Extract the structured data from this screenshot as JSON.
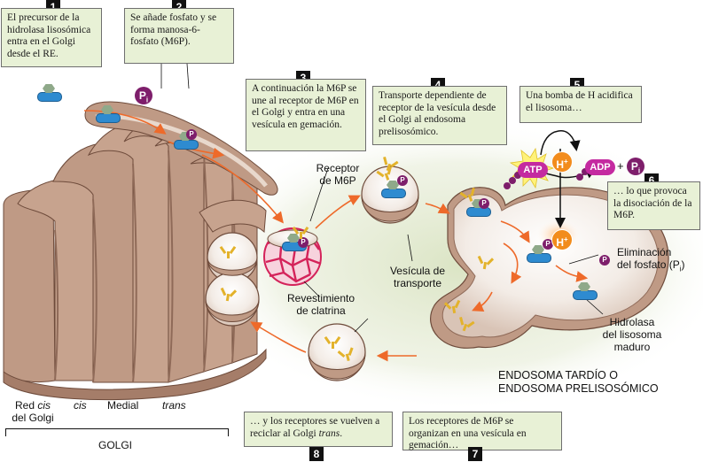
{
  "steps": [
    {
      "num": "1",
      "text": "El precursor de la hidrolasa lisosómica entra en el Golgi desde el RE."
    },
    {
      "num": "2",
      "text": "Se añade fosfato y se forma manosa-6-fosfato (M6P)."
    },
    {
      "num": "3",
      "text": "A continuación la M6P se une al receptor de M6P en el Golgi y entra en una vesícula en gemación."
    },
    {
      "num": "4",
      "text": "Transporte dependiente de receptor de la vesícula desde el Golgi al endosoma prelisosómico."
    },
    {
      "num": "5",
      "text": "Una bomba de H acidifica el lisosoma…"
    },
    {
      "num": "6",
      "text": "… lo que provoca la disociación de la M6P."
    },
    {
      "num": "7",
      "text": "Los receptores de M6P se organizan en una vesícula en gemación…"
    },
    {
      "num": "8",
      "text_pre": "… y los receptores se vuelven a reciclar al Golgi ",
      "text_it": "trans",
      "text_post": "."
    }
  ],
  "labels": {
    "receptor_m6p_1": "Receptor",
    "receptor_m6p_2": "de M6P",
    "clathrin_1": "Revestimiento",
    "clathrin_2": "de clatrina",
    "transport_vesicle_1": "Vesícula de",
    "transport_vesicle_2": "transporte",
    "phosphate_removal_1": "Eliminación",
    "phosphate_removal_2": "del fosfato (P",
    "phosphate_removal_sub": "i",
    "phosphate_removal_3": ")",
    "mature_hydrolase_1": "Hidrolasa",
    "mature_hydrolase_2": "del lisosoma",
    "mature_hydrolase_3": "maduro",
    "endosome_1": "ENDOSOMA TARDÍO O",
    "endosome_2": "ENDOSOMA PRELISOSÓMICO",
    "golgi_cis_net_1_pre": "Red ",
    "golgi_cis_net_1_it": "cis",
    "golgi_cis_net_2": "del Golgi",
    "golgi_cis": "cis",
    "golgi_medial": "Medial",
    "golgi_trans": "trans",
    "golgi": "GOLGI"
  },
  "molecules": {
    "pi_letter": "P",
    "pi_sub": "i",
    "p": "P",
    "atp": "ATP",
    "adp": "ADP",
    "plus": "+",
    "h": "H",
    "h_sup": "+"
  },
  "colors": {
    "golgi_fill": "#bf9a85",
    "golgi_dark": "#8f6a58",
    "callout_bg": "#e8f1d6",
    "arrow": "#ee6a2a",
    "hydrolase": "#2e8bd0",
    "receptor": "#e3b22b",
    "clathrin": "#d4235a",
    "phosphate": "#7e1e6b",
    "atp": "#c42aa0",
    "proton": "#f28c1c",
    "background_glow": "#dde6c8"
  }
}
